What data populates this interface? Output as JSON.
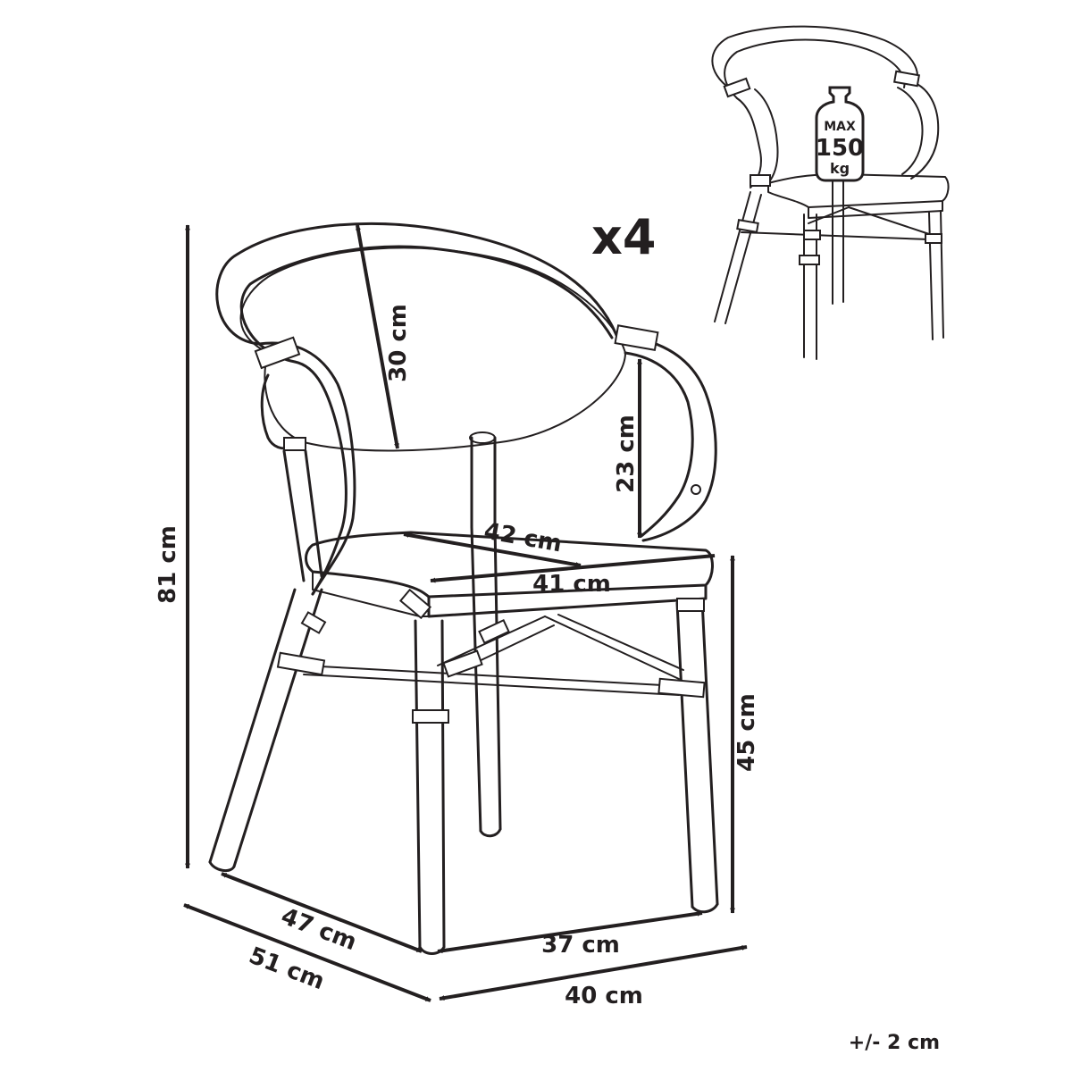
{
  "quantity_label": "x4",
  "weight_badge": {
    "line1": "MAX",
    "line2": "150",
    "line3": "kg"
  },
  "dimensions": {
    "total_height": "81 cm",
    "backrest_height": "30 cm",
    "armrest_height": "23 cm",
    "seat_depth": "42 cm",
    "seat_width": "41 cm",
    "seat_height": "45 cm",
    "leg_depth": "47 cm",
    "total_depth": "51 cm",
    "leg_width": "37 cm",
    "total_width": "40 cm"
  },
  "tolerance": "+/- 2 cm"
}
